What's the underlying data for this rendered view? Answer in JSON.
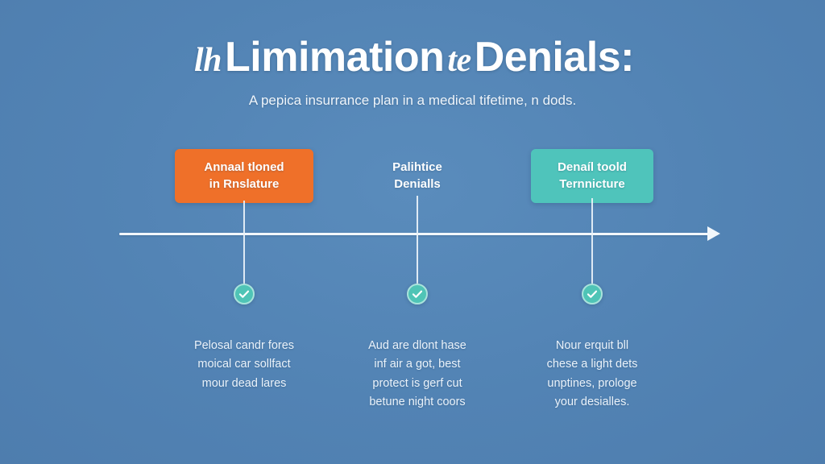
{
  "header": {
    "title_script_1": "lh",
    "title_main_1": "Limimation",
    "title_script_2": "te",
    "title_main_2": "Denials:",
    "subtitle": "A pepica insurrance plan in a medical tifetime, n dods."
  },
  "colors": {
    "background": "#5384b5",
    "accent_orange": "#ef7029",
    "accent_teal": "#4fc4bb",
    "check_circle": "#4fc4b6",
    "check_ring": "#a9e3dc",
    "axis": "#f2f7fb",
    "text_light": "#eaf2fa"
  },
  "timeline": {
    "axis_label": "timeline-axis",
    "arrow_direction": "right",
    "milestones": [
      {
        "card_label": "Annaal tloned\nin Rnslature",
        "card_style": "orange",
        "check_icon": "check-icon",
        "body": "Pelosal candr fores\nmoical car sollfact\nmour dead lares"
      },
      {
        "card_label": "Palihtice\nDenialls",
        "card_style": "plain",
        "check_icon": "check-icon",
        "body": "Aud are dlont hase\ninf air a got, best\nprotect is gerf cut\nbetune night coors"
      },
      {
        "card_label": "Denaíl toold\nTernnicture",
        "card_style": "teal",
        "check_icon": "check-icon",
        "body": "Nour erquit bll\nchese a light dets\nunptines, prologe\nyour desialles."
      }
    ]
  }
}
